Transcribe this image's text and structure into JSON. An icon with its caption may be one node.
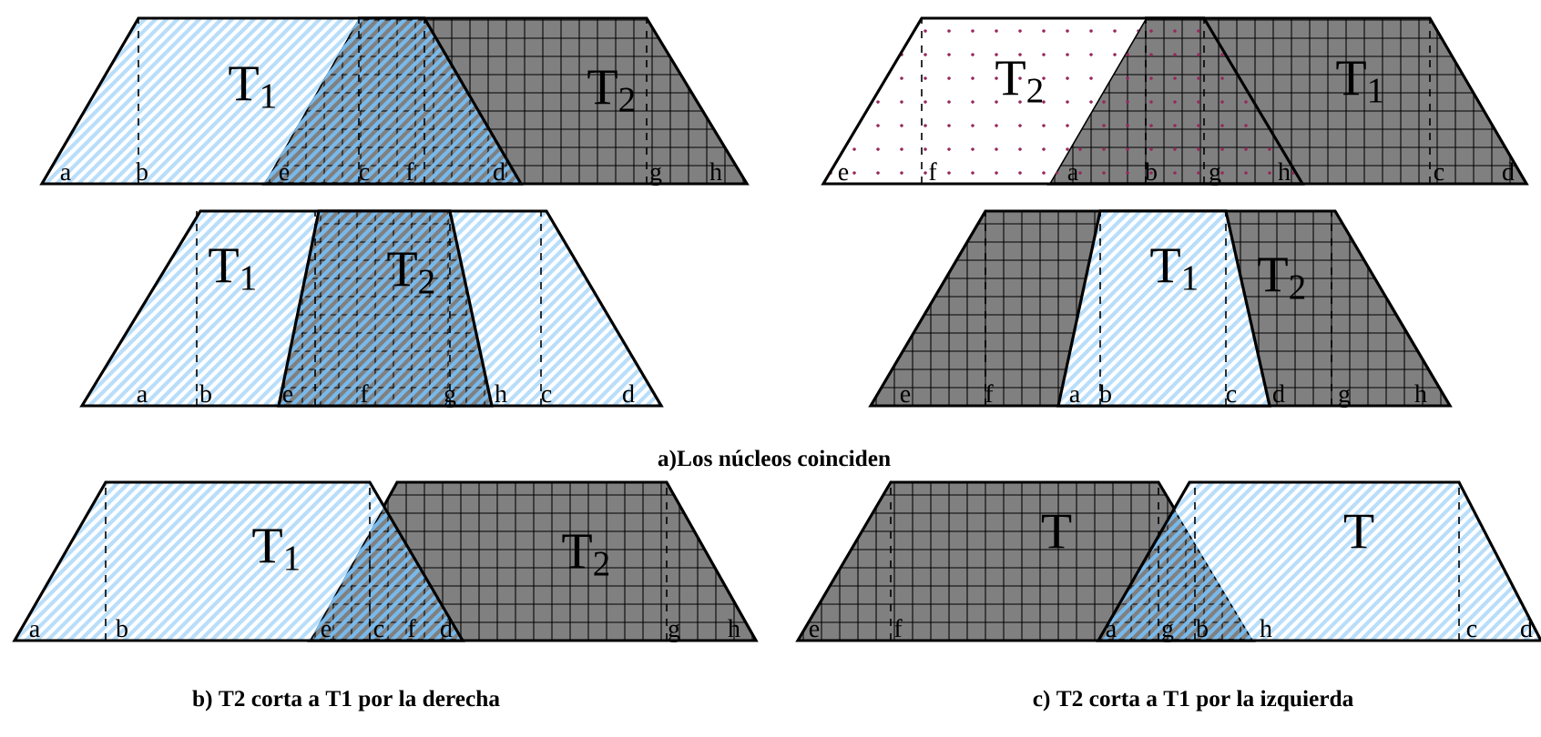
{
  "diagram": {
    "nodes": [
      {
        "text": [
          "T$_{1}$"
        ]
      },
      {
        "text": [
          "T$_{2}$"
        ]
      },
      {
        "text": [
          "T$_{2}$"
        ]
      },
      {
        "text": [
          "T$_{1}$"
        ]
      },
      {
        "text": [
          "T$_{1}$"
        ]
      },
      {
        "text": [
          "T$_{2}$"
        ],
        "in": 4
      },
      {
        "text": [
          "T$_{2}$"
        ]
      },
      {
        "text": [
          "T$_{1}$"
        ],
        "in": 6
      },
      {
        "text": [
          "T$_{1}$"
        ]
      },
      {
        "text": [
          "T$_{2}$"
        ]
      },
      {
        "text": [
          "T"
        ]
      },
      {
        "text": [
          "T"
        ]
      }
    ],
    "labels": [
      "a",
      "b",
      "e",
      "c",
      "f",
      "d",
      "g",
      "h",
      "e",
      "f",
      "a",
      "b",
      "g",
      "h",
      "c",
      "d",
      "a",
      "b",
      "e",
      "f",
      "g",
      "h",
      "c",
      "d",
      "e",
      "f",
      "a",
      "b",
      "c",
      "d",
      "g",
      "h",
      "a)Los núcleos coinciden",
      "a",
      "b",
      "e",
      "c",
      "f",
      "d",
      "g",
      "h",
      "e",
      "f",
      "a",
      "g",
      "b",
      "h",
      "c",
      "d",
      "b) T2 corta a T1 por la derecha",
      "c) T2 corta a T1 por la izquierda"
    ]
  }
}
